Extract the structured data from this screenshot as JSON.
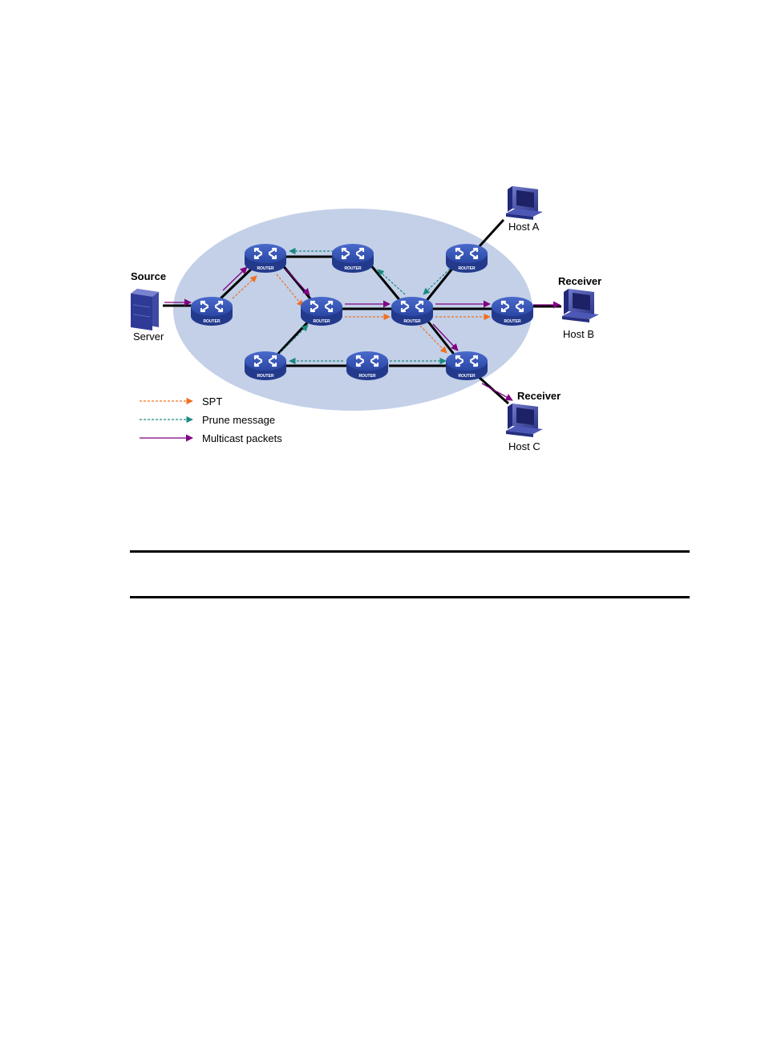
{
  "routers": {
    "label": "ROUTER"
  },
  "source": {
    "title": "Source",
    "name": "Server"
  },
  "hosts": {
    "a": {
      "name": "Host A"
    },
    "b": {
      "name": "Host B",
      "role": "Receiver"
    },
    "c": {
      "name": "Host C",
      "role": "Receiver"
    }
  },
  "legend": {
    "spt": "SPT",
    "prune": "Prune message",
    "multicast": "Multicast packets"
  },
  "colors": {
    "cloud": "#c3d0e8",
    "spt": "#f07020",
    "prune": "#1a8a80",
    "multicast": "#800080",
    "router": "#2b47a5"
  }
}
